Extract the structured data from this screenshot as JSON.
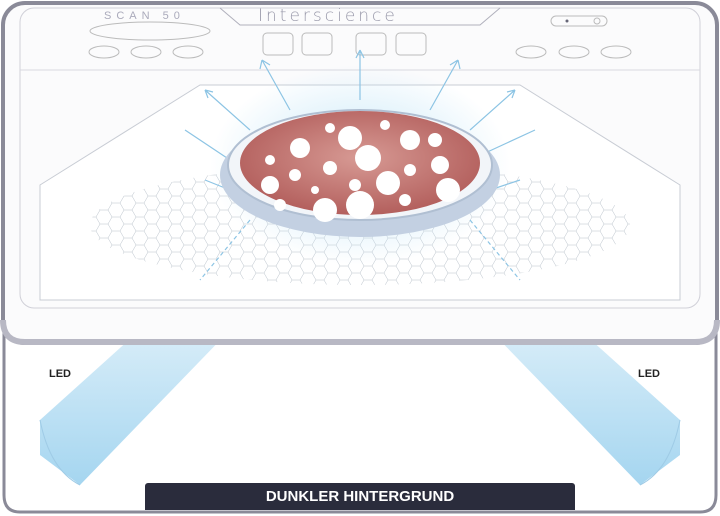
{
  "device": {
    "model": "SCAN 50",
    "brand": "Interscience"
  },
  "labels": {
    "led_left": "LED",
    "led_right": "LED",
    "background": "DUNKLER HINTERGRUND"
  },
  "colors": {
    "light": "#9fd3ee",
    "plate": "#c06060",
    "label_bg": "#2a2c3c",
    "frame": "#8a8a98"
  }
}
